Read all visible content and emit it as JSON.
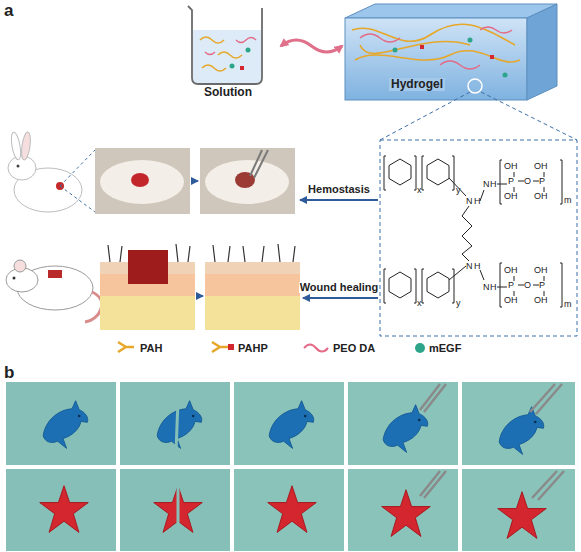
{
  "diagram": {
    "nodes": [
      {
        "text": [
          "Solution"
        ]
      },
      {
        "text": [
          "Hydrogel"
        ]
      }
    ],
    "edges": [
      {
        "from": 0,
        "to": 1,
        "arrow": "both"
      }
    ],
    "labels": [
      "a",
      "Hemostasis",
      "Wound healing",
      "x",
      "y",
      "N",
      "H",
      "N",
      "H",
      "P",
      "O",
      "P",
      "OH",
      "OH",
      "OH",
      "OH",
      "m",
      "x",
      "y",
      "N",
      "H",
      "N",
      "H",
      "P",
      "O",
      "P",
      "OH",
      "OH",
      "OH",
      "OH",
      "m",
      "b"
    ],
    "legend": [
      {
        "text": "PAH"
      },
      {
        "text": "PAHP"
      },
      {
        "text": "PEO DA"
      },
      {
        "text": "mEGF"
      }
    ]
  }
}
